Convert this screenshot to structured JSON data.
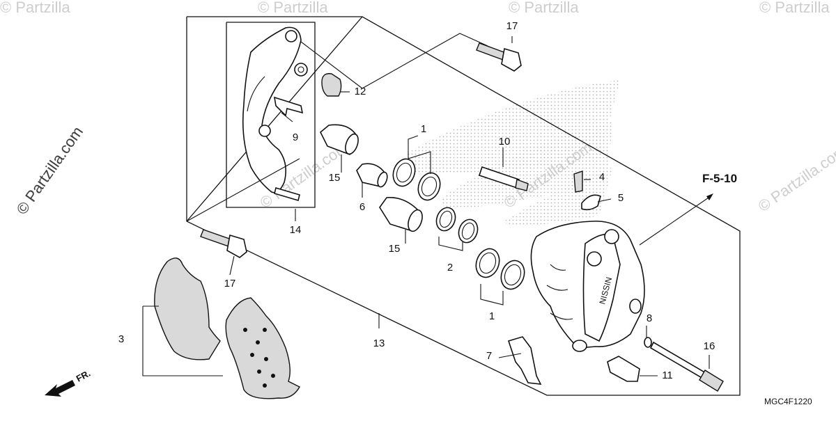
{
  "diagram": {
    "part_labels": {
      "p1a": "1",
      "p1b": "1",
      "p2": "2",
      "p3": "3",
      "p4": "4",
      "p5": "5",
      "p6": "6",
      "p7": "7",
      "p8": "8",
      "p9": "9",
      "p10": "10",
      "p11": "11",
      "p12": "12",
      "p13": "13",
      "p14": "14",
      "p15a": "15",
      "p15b": "15",
      "p16": "16",
      "p17a": "17",
      "p17b": "17"
    },
    "reference": "F-5-10",
    "direction_label": "FR.",
    "diagram_code": "MGC4F1220",
    "caliper_logo": "NISSIN",
    "watermark": "© Partzilla.com",
    "watermark_short": "© Partzilla"
  }
}
